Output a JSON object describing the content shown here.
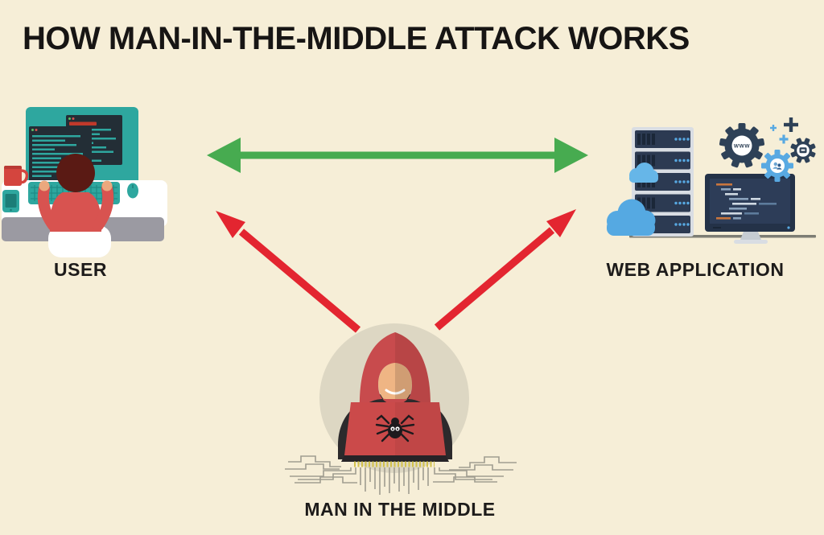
{
  "title": "HOW MAN-IN-THE-MIDDLE ATTACK WORKS",
  "background_color": "#f6eed7",
  "nodes": {
    "user": {
      "label": "USER"
    },
    "web_application": {
      "label": "WEB APPLICATION",
      "gear_text": "WWW"
    },
    "man_in_the_middle": {
      "label": "MAN IN THE MIDDLE"
    }
  },
  "arrows": {
    "user_webapp": {
      "type": "double-headed",
      "color": "#47ab50"
    },
    "mitm_user": {
      "type": "single-headed",
      "color": "#e32530"
    },
    "mitm_webapp": {
      "type": "single-headed",
      "color": "#e32530"
    }
  }
}
